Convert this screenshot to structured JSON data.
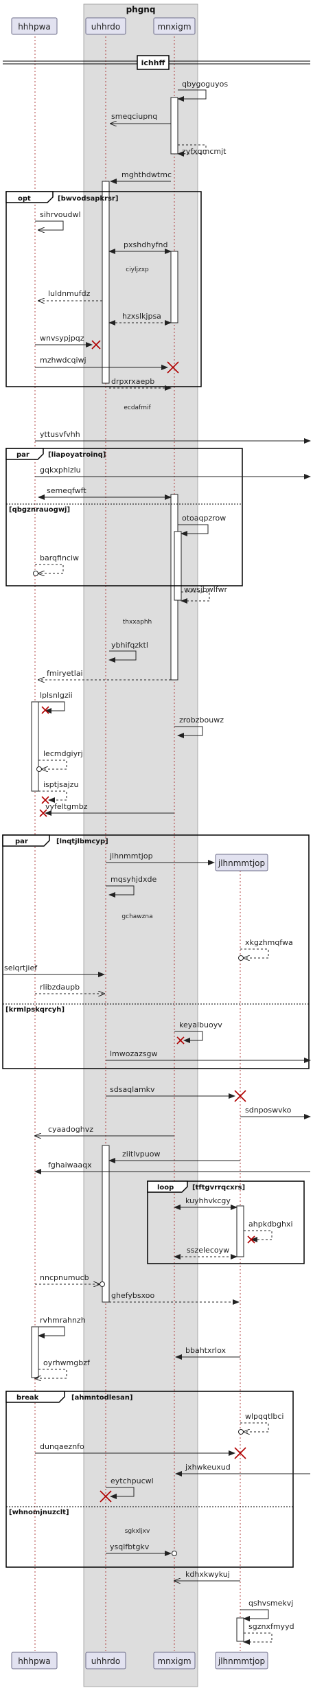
{
  "diagram": {
    "type": "sequence",
    "box": {
      "title": "phgnq",
      "members": [
        "uhhrdo",
        "mnxigm"
      ]
    },
    "participants": [
      "hhhpwa",
      "uhhrdo",
      "mnxigm",
      "jlhnmmtjop"
    ],
    "divider": "ichhff",
    "messages": [
      {
        "label": "qbygoguyos",
        "from": "mnxigm",
        "to": "mnxigm",
        "style": "solid"
      },
      {
        "label": "smeqciupnq",
        "from": "mnxigm",
        "to": "uhhrdo",
        "style": "solid"
      },
      {
        "label": "zyfxqmcmjt",
        "from": "mnxigm",
        "to": "mnxigm",
        "style": "dashed"
      },
      {
        "label": "mghthdwtmc",
        "from": "mnxigm",
        "to": "uhhrdo",
        "style": "solid"
      },
      {
        "label": "sihrvoudwl",
        "from": "hhhpwa",
        "to": "hhhpwa",
        "style": "solid"
      },
      {
        "label": "pxshdhyfnd",
        "from": "uhhrdo",
        "to": "mnxigm",
        "style": "solid"
      },
      {
        "label": "luldnmufdz",
        "from": "uhhrdo",
        "to": "hhhpwa",
        "style": "dashed"
      },
      {
        "label": "hzxslkjpsa",
        "from": "mnxigm",
        "to": "uhhrdo",
        "style": "dashed"
      },
      {
        "label": "wnvsypjpqz",
        "from": "hhhpwa",
        "to": "uhhrdo",
        "style": "solid"
      },
      {
        "label": "mzhwdcqiwj",
        "from": "hhhpwa",
        "to": "mnxigm",
        "style": "solid"
      },
      {
        "label": "drpxrxaepb",
        "from": "uhhrdo",
        "to": "mnxigm",
        "style": "dashed"
      },
      {
        "label": "yttusvfvhh",
        "from": "hhhpwa",
        "to": "outside",
        "style": "solid"
      },
      {
        "label": "gqkxphlzlu",
        "from": "hhhpwa",
        "to": "outside",
        "style": "solid"
      },
      {
        "label": "semeqfwft",
        "from": "hhhpwa",
        "to": "mnxigm",
        "style": "solid"
      },
      {
        "label": "otoaqpzrow",
        "from": "mnxigm",
        "to": "mnxigm",
        "style": "solid"
      },
      {
        "label": "barqfinciw",
        "from": "hhhpwa",
        "to": "hhhpwa",
        "style": "dashed"
      },
      {
        "label": "wwsjbwlfwr",
        "from": "mnxigm",
        "to": "mnxigm",
        "style": "dashed"
      },
      {
        "label": "ybhifqzktl",
        "from": "uhhrdo",
        "to": "uhhrdo",
        "style": "solid"
      },
      {
        "label": "fmiryetlai",
        "from": "mnxigm",
        "to": "hhhpwa",
        "style": "dashed"
      },
      {
        "label": "lplsnlgzii",
        "from": "hhhpwa",
        "to": "hhhpwa",
        "style": "solid"
      },
      {
        "label": "zrobzbouwz",
        "from": "mnxigm",
        "to": "mnxigm",
        "style": "solid"
      },
      {
        "label": "lecmdgiyrj",
        "from": "hhhpwa",
        "to": "hhhpwa",
        "style": "dashed"
      },
      {
        "label": "isptjsajzu",
        "from": "hhhpwa",
        "to": "hhhpwa",
        "style": "dashed"
      },
      {
        "label": "vyfeltgmbz",
        "from": "mnxigm",
        "to": "hhhpwa",
        "style": "solid"
      },
      {
        "label": "jlhnmmtjop",
        "from": "uhhrdo",
        "to": "jlhnmmtjop",
        "style": "solid"
      },
      {
        "label": "mqsyhjdxde",
        "from": "uhhrdo",
        "to": "uhhrdo",
        "style": "solid"
      },
      {
        "label": "xkgzhmqfwa",
        "from": "jlhnmmtjop",
        "to": "jlhnmmtjop",
        "style": "dashed"
      },
      {
        "label": "selqrtjief",
        "from": "outside",
        "to": "uhhrdo",
        "style": "solid"
      },
      {
        "label": "rlibzdaupb",
        "from": "hhhpwa",
        "to": "uhhrdo",
        "style": "dashed"
      },
      {
        "label": "keyalbuoyv",
        "from": "mnxigm",
        "to": "mnxigm",
        "style": "solid"
      },
      {
        "label": "lmwozazsgw",
        "from": "uhhrdo",
        "to": "outside",
        "style": "solid"
      },
      {
        "label": "sdsaqlamkv",
        "from": "uhhrdo",
        "to": "jlhnmmtjop",
        "style": "solid"
      },
      {
        "label": "sdnposwvko",
        "from": "jlhnmmtjop",
        "to": "outside",
        "style": "solid"
      },
      {
        "label": "cyaadoghvz",
        "from": "mnxigm",
        "to": "hhhpwa",
        "style": "solid"
      },
      {
        "label": "ziitlvpuow",
        "from": "jlhnmmtjop",
        "to": "uhhrdo",
        "style": "solid"
      },
      {
        "label": "fghaiwaaqx",
        "from": "outside",
        "to": "hhhpwa",
        "style": "solid"
      },
      {
        "label": "kuyhhvkcgy",
        "from": "mnxigm",
        "to": "jlhnmmtjop",
        "style": "solid"
      },
      {
        "label": "ahpkdbghxi",
        "from": "jlhnmmtjop",
        "to": "jlhnmmtjop",
        "style": "dashed"
      },
      {
        "label": "sszelecoyw",
        "from": "jlhnmmtjop",
        "to": "mnxigm",
        "style": "dashed"
      },
      {
        "label": "nncpnumucb",
        "from": "hhhpwa",
        "to": "uhhrdo",
        "style": "dashed"
      },
      {
        "label": "ghefybsxoo",
        "from": "uhhrdo",
        "to": "jlhnmmtjop",
        "style": "dashed"
      },
      {
        "label": "rvhmrahnzh",
        "from": "hhhpwa",
        "to": "hhhpwa",
        "style": "solid"
      },
      {
        "label": "bbahtxrlox",
        "from": "jlhnmmtjop",
        "to": "mnxigm",
        "style": "solid"
      },
      {
        "label": "oyrhwmgbzf",
        "from": "hhhpwa",
        "to": "hhhpwa",
        "style": "dashed"
      },
      {
        "label": "wlpqqtlbci",
        "from": "jlhnmmtjop",
        "to": "jlhnmmtjop",
        "style": "dashed"
      },
      {
        "label": "dunqaeznfo",
        "from": "hhhpwa",
        "to": "jlhnmmtjop",
        "style": "solid"
      },
      {
        "label": "jxhwkeuxud",
        "from": "outside",
        "to": "mnxigm",
        "style": "solid"
      },
      {
        "label": "eytchpucwl",
        "from": "uhhrdo",
        "to": "uhhrdo",
        "style": "solid"
      },
      {
        "label": "ysqlfbtgkv",
        "from": "uhhrdo",
        "to": "mnxigm",
        "style": "solid"
      },
      {
        "label": "kdhxkwykuj",
        "from": "jlhnmmtjop",
        "to": "mnxigm",
        "style": "solid"
      },
      {
        "label": "qshvsmekvj",
        "from": "jlhnmmtjop",
        "to": "jlhnmmtjop",
        "style": "solid"
      },
      {
        "label": "sgznxfmyyd",
        "from": "jlhnmmtjop",
        "to": "jlhnmmtjop",
        "style": "dashed"
      }
    ],
    "delays": [
      "ciyljzxp",
      "ecdafmif",
      "thxxaphh",
      "gchawzna",
      "sgkxljxv"
    ],
    "fragments": [
      {
        "kind": "opt",
        "condition": "bwvodsapkrsr"
      },
      {
        "kind": "par",
        "condition": "liapoyatroinq",
        "else": "qbgznrauogwj"
      },
      {
        "kind": "par",
        "condition": "lnqtjlbmcyp",
        "else": "krmlpskqrcyh"
      },
      {
        "kind": "loop",
        "condition": "tftgvrrqcxrs"
      },
      {
        "kind": "break",
        "condition": "ahmntodlesan",
        "else": "whnomjnuzclt"
      }
    ]
  }
}
